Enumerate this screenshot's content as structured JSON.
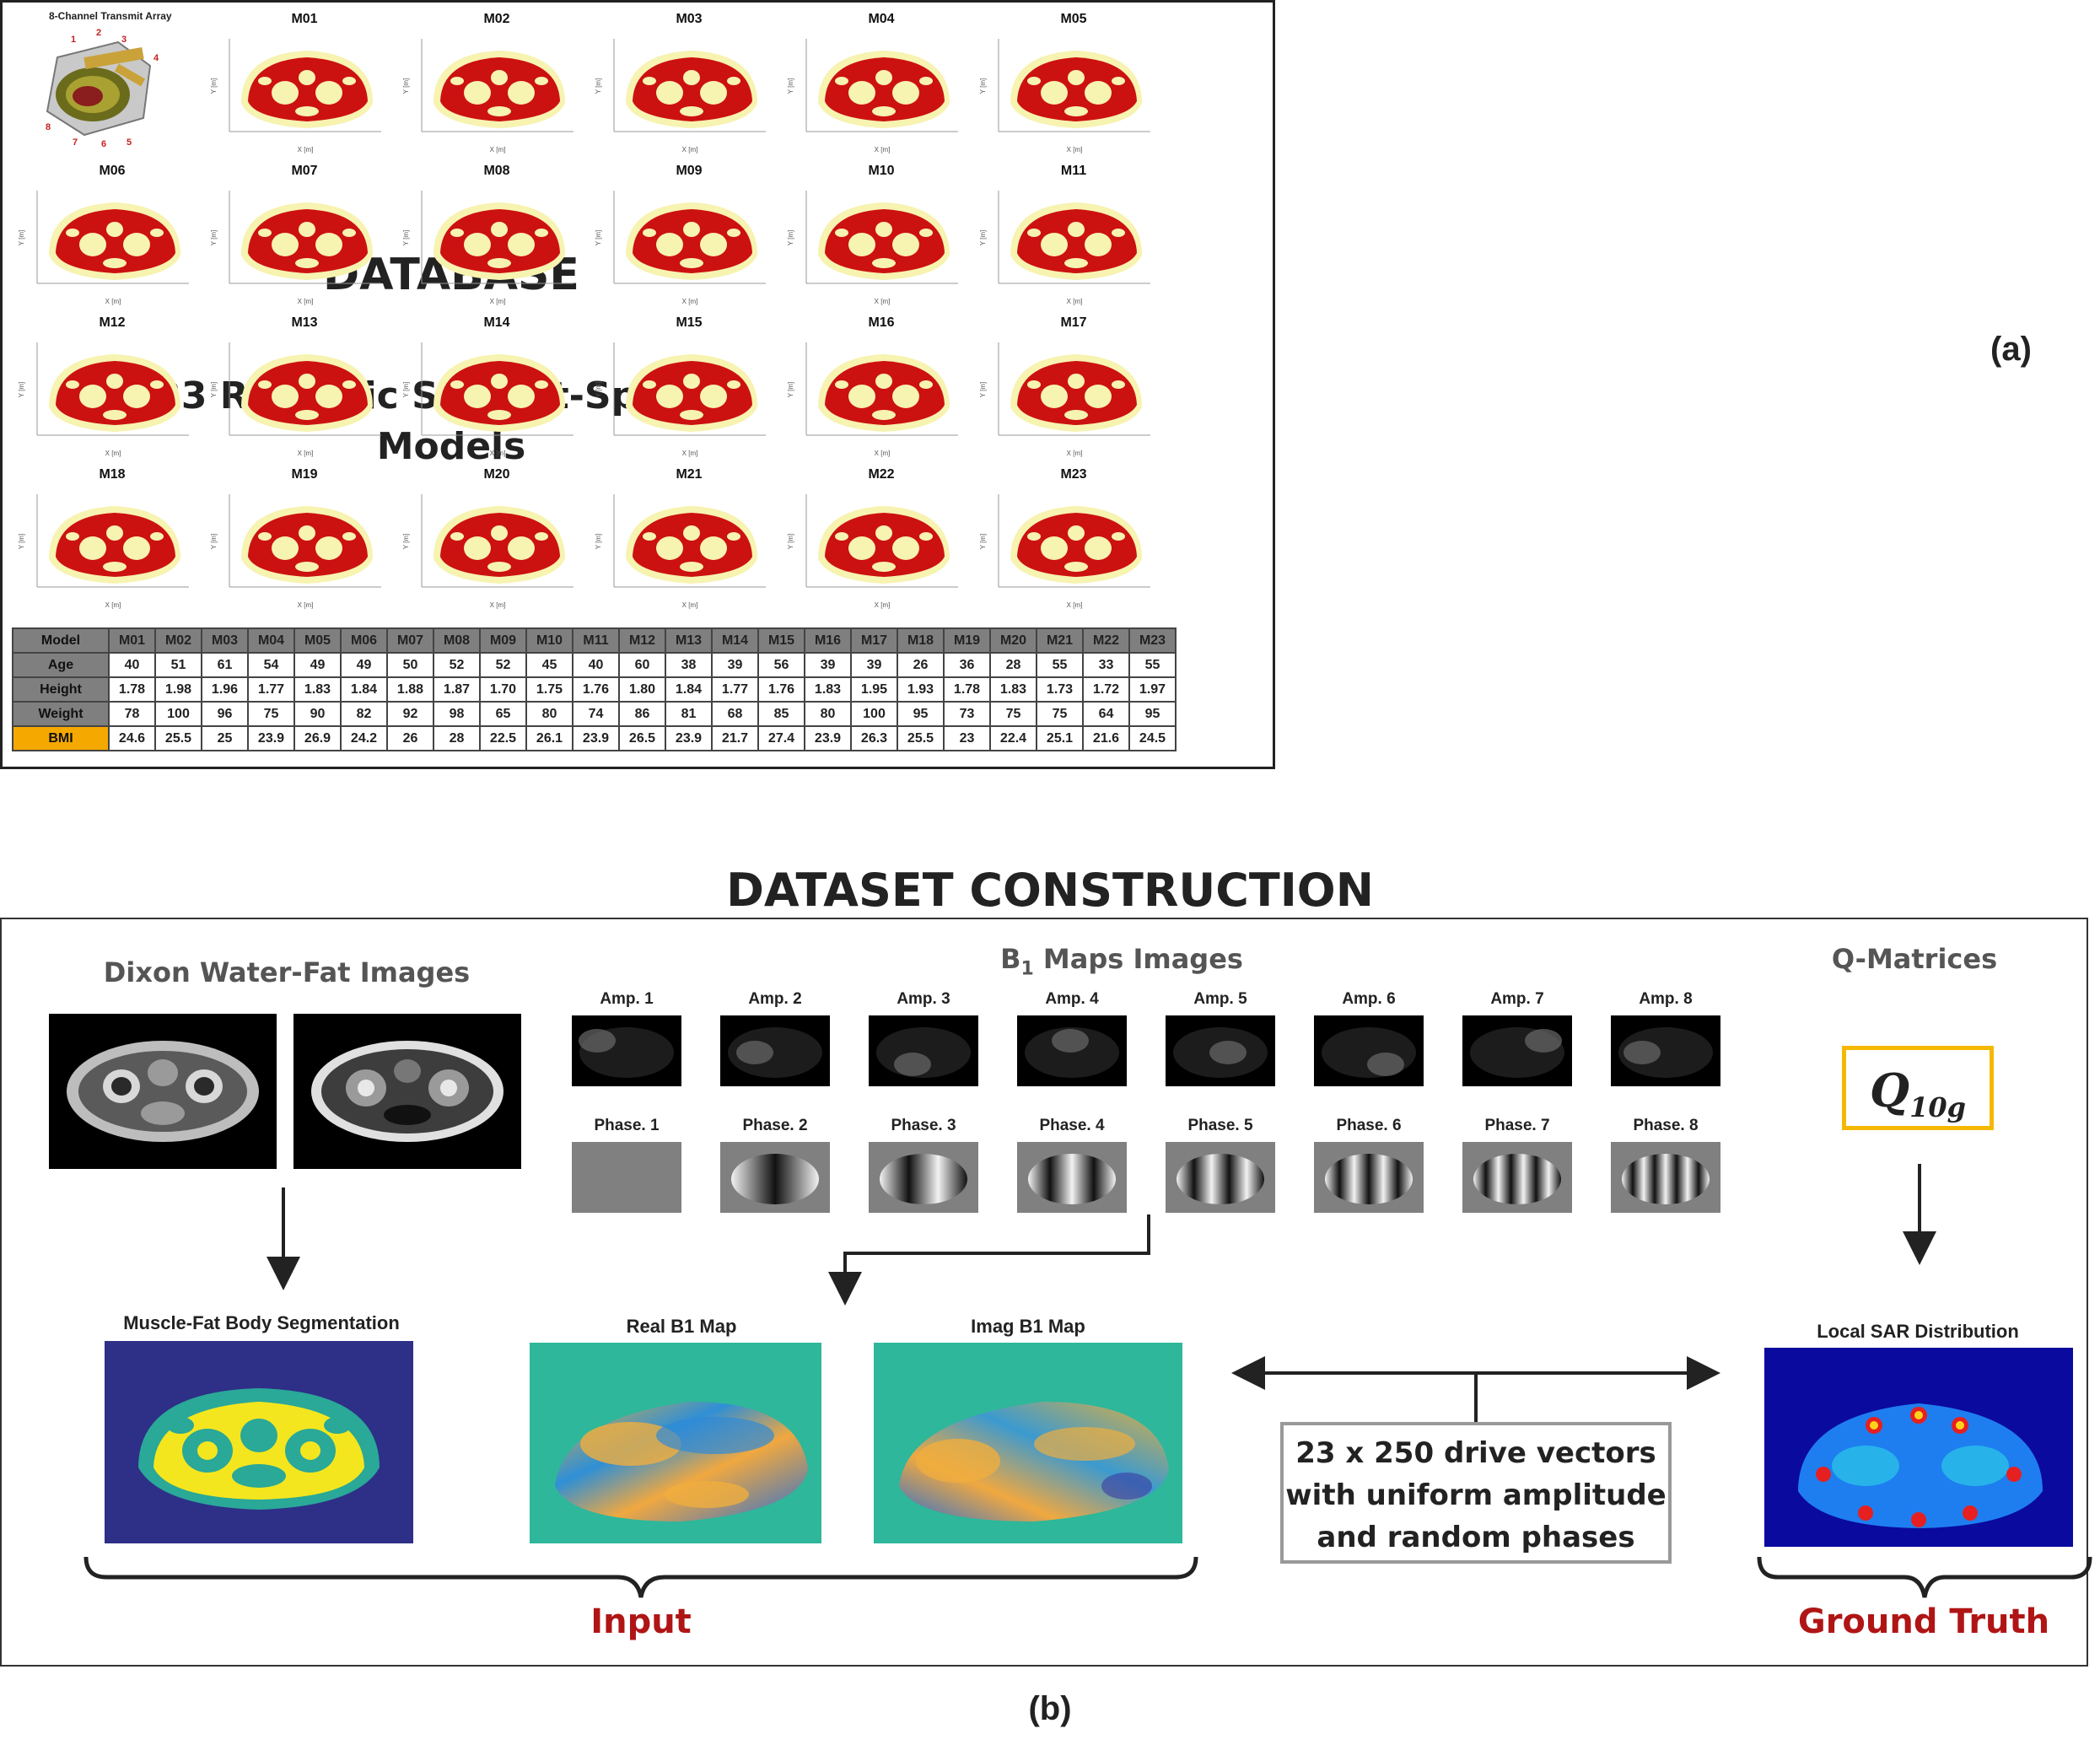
{
  "database": {
    "title": "DATABASE",
    "subtitle_line1": "23 Realistic Subject-Specific",
    "subtitle_line2": "Models"
  },
  "panel_a": {
    "label": "(a)",
    "array_caption": "8-Channel Transmit Array",
    "channel_numbers": [
      "1",
      "2",
      "3",
      "4",
      "5",
      "6",
      "7",
      "8"
    ],
    "model_titles": [
      "M01",
      "M02",
      "M03",
      "M04",
      "M05",
      "M06",
      "M07",
      "M08",
      "M09",
      "M10",
      "M11",
      "M12",
      "M13",
      "M14",
      "M15",
      "M16",
      "M17",
      "M18",
      "M19",
      "M20",
      "M21",
      "M22",
      "M23"
    ],
    "axis_xlabel": "X [m]",
    "axis_ylabel": "Y [m]",
    "table": {
      "header": [
        "Model",
        "M01",
        "M02",
        "M03",
        "M04",
        "M05",
        "M06",
        "M07",
        "M08",
        "M09",
        "M10",
        "M11",
        "M12",
        "M13",
        "M14",
        "M15",
        "M16",
        "M17",
        "M18",
        "M19",
        "M20",
        "M21",
        "M22",
        "M23"
      ],
      "rows": [
        {
          "label": "Age",
          "values": [
            "40",
            "51",
            "61",
            "54",
            "49",
            "49",
            "50",
            "52",
            "52",
            "45",
            "40",
            "60",
            "38",
            "39",
            "56",
            "39",
            "39",
            "26",
            "36",
            "28",
            "55",
            "33",
            "55"
          ]
        },
        {
          "label": "Height",
          "values": [
            "1.78",
            "1.98",
            "1.96",
            "1.77",
            "1.83",
            "1.84",
            "1.88",
            "1.87",
            "1.70",
            "1.75",
            "1.76",
            "1.80",
            "1.84",
            "1.77",
            "1.76",
            "1.83",
            "1.95",
            "1.93",
            "1.78",
            "1.83",
            "1.73",
            "1.72",
            "1.97"
          ]
        },
        {
          "label": "Weight",
          "values": [
            "78",
            "100",
            "96",
            "75",
            "90",
            "82",
            "92",
            "98",
            "65",
            "80",
            "74",
            "86",
            "81",
            "68",
            "85",
            "80",
            "100",
            "95",
            "73",
            "75",
            "75",
            "64",
            "95"
          ]
        },
        {
          "label": "BMI",
          "values": [
            "24.6",
            "25.5",
            "25",
            "23.9",
            "26.9",
            "24.2",
            "26",
            "28",
            "22.5",
            "26.1",
            "23.9",
            "26.5",
            "23.9",
            "21.7",
            "27.4",
            "23.9",
            "26.3",
            "25.5",
            "23",
            "22.4",
            "25.1",
            "21.6",
            "24.5"
          ]
        }
      ]
    },
    "colors": {
      "muscle": "#cc1111",
      "fat": "#f7f3b0",
      "bmi_header": "#f5a800",
      "header_grey": "#7f7f7f"
    }
  },
  "construction": {
    "title": "DATASET CONSTRUCTION",
    "dixon_title": "Dixon Water-Fat Images",
    "b1_title_pre": "B",
    "b1_title_sub": "1",
    "b1_title_post": " Maps Images",
    "q_title": "Q-Matrices",
    "amp_labels": [
      "Amp. 1",
      "Amp. 2",
      "Amp. 3",
      "Amp. 4",
      "Amp. 5",
      "Amp. 6",
      "Amp. 7",
      "Amp. 8"
    ],
    "phase_labels": [
      "Phase. 1",
      "Phase. 2",
      "Phase. 3",
      "Phase. 4",
      "Phase. 5",
      "Phase. 6",
      "Phase. 7",
      "Phase. 8"
    ],
    "q_symbol": "Q",
    "q_subscript": "10g",
    "segmentation_title": "Muscle-Fat Body Segmentation",
    "real_b1_title": "Real B1 Map",
    "imag_b1_title": "Imag B1 Map",
    "sar_title": "Local SAR Distribution",
    "drive_line1": "23 x 250 drive vectors",
    "drive_line2": "with uniform amplitude",
    "drive_line3": "and random phases",
    "input_label": "Input",
    "ground_truth_label": "Ground Truth",
    "panel_label": "(b)",
    "colors": {
      "seg_bg": "#2e2f87",
      "seg_body": "#2aa898",
      "seg_fat": "#f4e61e",
      "b1_bg": "#2eb79a",
      "label_red": "#b01515",
      "q_box": "#f5b800"
    }
  }
}
